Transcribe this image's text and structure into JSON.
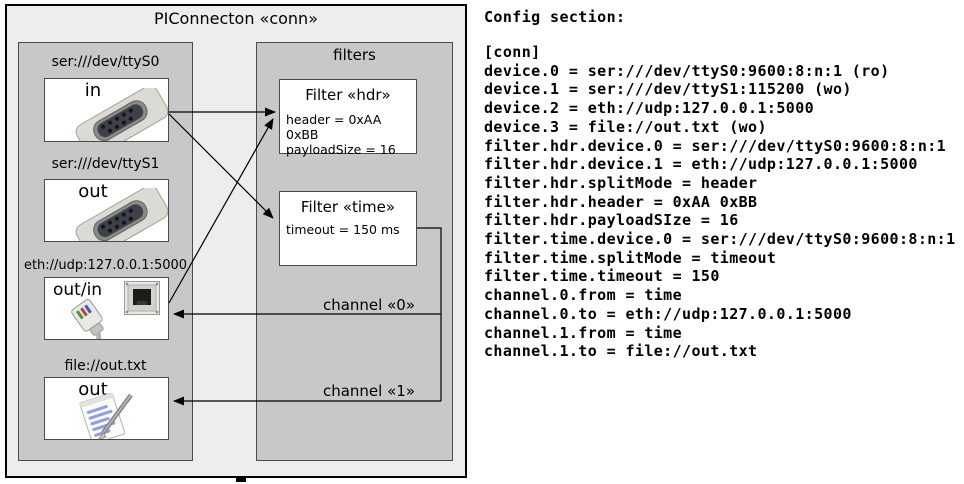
{
  "diagram": {
    "title": "PIConnecton «conn»",
    "devices_panel": {
      "devices": [
        {
          "label": "ser:///dev/ttyS0",
          "direction": "in",
          "icon": "serial-connector"
        },
        {
          "label": "ser:///dev/ttyS1",
          "direction": "out",
          "icon": "serial-connector"
        },
        {
          "label": "eth://udp:127.0.0.1:5000",
          "direction": "out/in",
          "icon": "ethernet-connector"
        },
        {
          "label": "file://out.txt",
          "direction": "out",
          "icon": "notepad"
        }
      ]
    },
    "filters_panel": {
      "title": "filters",
      "filters": [
        {
          "title": "Filter «hdr»",
          "properties": [
            "header = 0xAA 0xBB",
            "payloadSize = 16"
          ]
        },
        {
          "title": "Filter «time»",
          "properties": [
            "timeout = 150 ms"
          ]
        }
      ]
    },
    "channels": [
      {
        "label": "channel «0»"
      },
      {
        "label": "channel «1»"
      }
    ]
  },
  "config": {
    "heading": "Config section:",
    "lines": [
      "[conn]",
      "device.0 = ser:///dev/ttyS0:9600:8:n:1 (ro)",
      "device.1 = ser:///dev/ttyS1:115200 (wo)",
      "device.2 = eth://udp:127.0.0.1:5000",
      "device.3 = file://out.txt (wo)",
      "filter.hdr.device.0 = ser:///dev/ttyS0:9600:8:n:1",
      "filter.hdr.device.1 = eth://udp:127.0.0.1:5000",
      "filter.hdr.splitMode = header",
      "filter.hdr.header = 0xAA 0xBB",
      "filter.hdr.payloadSIze = 16",
      "filter.time.device.0 = ser:///dev/ttyS0:9600:8:n:1",
      "filter.time.splitMode = timeout",
      "filter.time.timeout = 150",
      "channel.0.from = time",
      "channel.0.to = eth://udp:127.0.0.1:5000",
      "channel.1.from = time",
      "channel.1.to = file://out.txt"
    ]
  },
  "colors": {
    "diagram_background": "#ededed",
    "panel_background": "#c8c8c8",
    "box_background": "#ffffff",
    "border": "#4a4a4a",
    "line": "#000000"
  }
}
